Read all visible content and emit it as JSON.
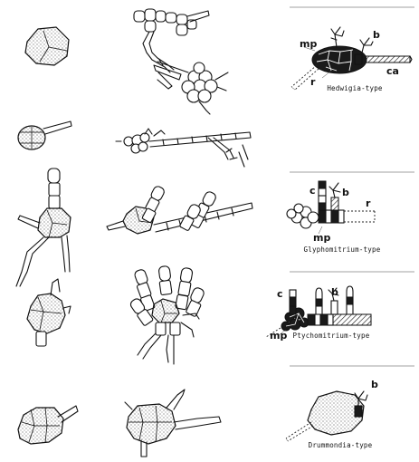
{
  "labels": {
    "mp": "mp",
    "b": "b",
    "ca": "ca",
    "r": "r",
    "c": "c"
  },
  "captions": {
    "hedwigia": "Hedwigia-type",
    "glyphomitrium": "Glyphomitrium-type",
    "ptychomitrium": "Ptychomitrium-type",
    "drummondia": "Drummondia-type"
  }
}
